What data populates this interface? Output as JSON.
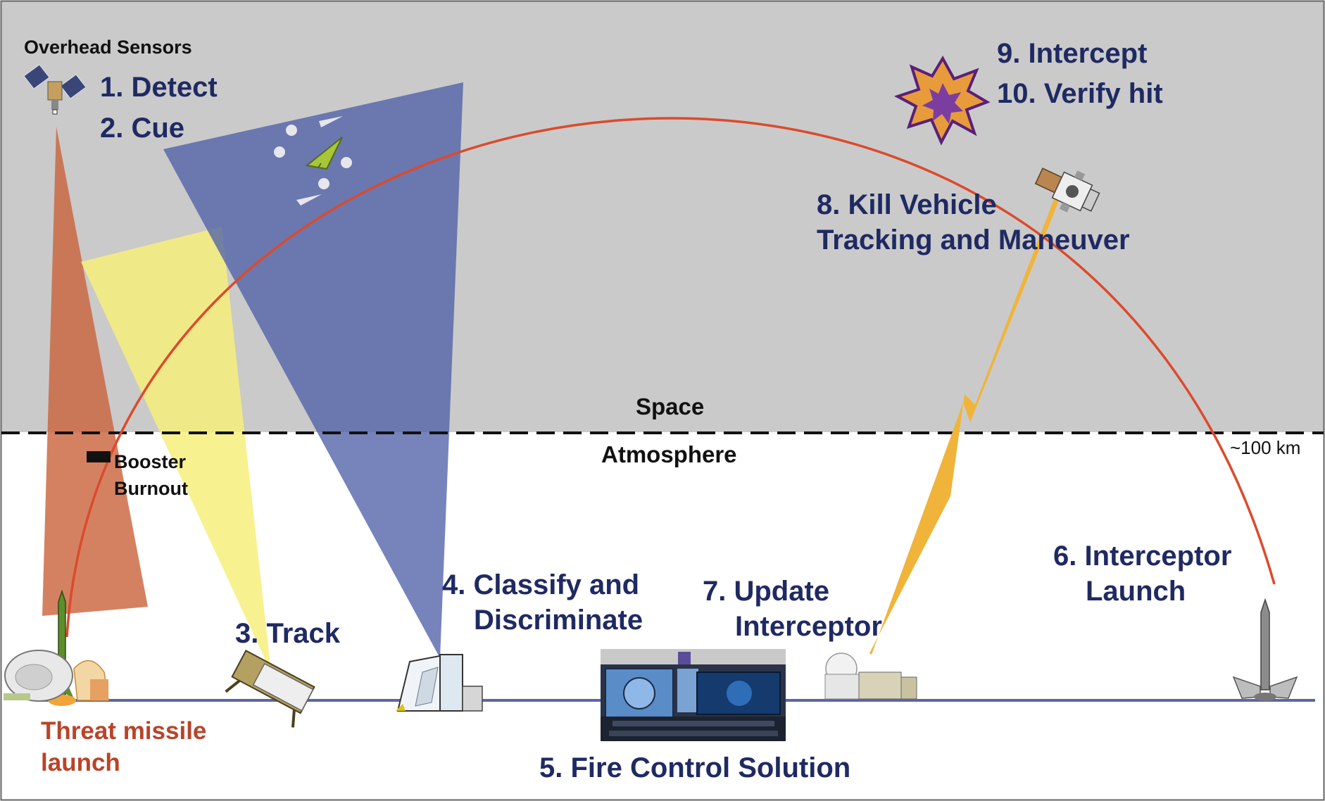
{
  "zones": {
    "space": "Space",
    "atmosphere": "Atmosphere",
    "altitude": "~100 km"
  },
  "sensors": {
    "overhead": "Overhead Sensors"
  },
  "steps": {
    "detect": "1. Detect",
    "cue": "2. Cue",
    "track": "3. Track",
    "classify_line1": "4. Classify and",
    "classify_line2": "Discriminate",
    "fire_control": "5. Fire Control Solution",
    "interceptor_launch_line1": "6. Interceptor",
    "interceptor_launch_line2": "Launch",
    "update_line1": "7. Update",
    "update_line2": "Interceptor",
    "kill_vehicle_line1": "8. Kill Vehicle",
    "kill_vehicle_line2": "Tracking and Maneuver",
    "intercept": "9. Intercept",
    "verify": "10. Verify hit"
  },
  "events": {
    "booster_line1": "Booster",
    "booster_line2": "Burnout",
    "threat_line1": "Threat missile",
    "threat_line2": "launch"
  },
  "colors": {
    "space_bg": "#cacaca",
    "trajectory": "#dc4a2c",
    "step_text": "#1f2a63",
    "threat_text": "#b8442a",
    "ir_cone": "#c9623b",
    "track_beam": "#f6ef7c",
    "radar_beam": "#4f62a8",
    "datalink": "#f0b43a",
    "ground_line": "#5d65a3"
  },
  "icons": {
    "satellite": "satellite-icon",
    "threat_missile": "missile-icon",
    "tracking_radar": "radar-icon",
    "discrimination_radar": "radar-building-icon",
    "control_center": "control-room-icon",
    "ground_station": "ground-station-icon",
    "interceptor": "interceptor-icon",
    "kill_vehicle": "kill-vehicle-icon",
    "explosion": "explosion-icon",
    "warhead": "warhead-icon"
  }
}
